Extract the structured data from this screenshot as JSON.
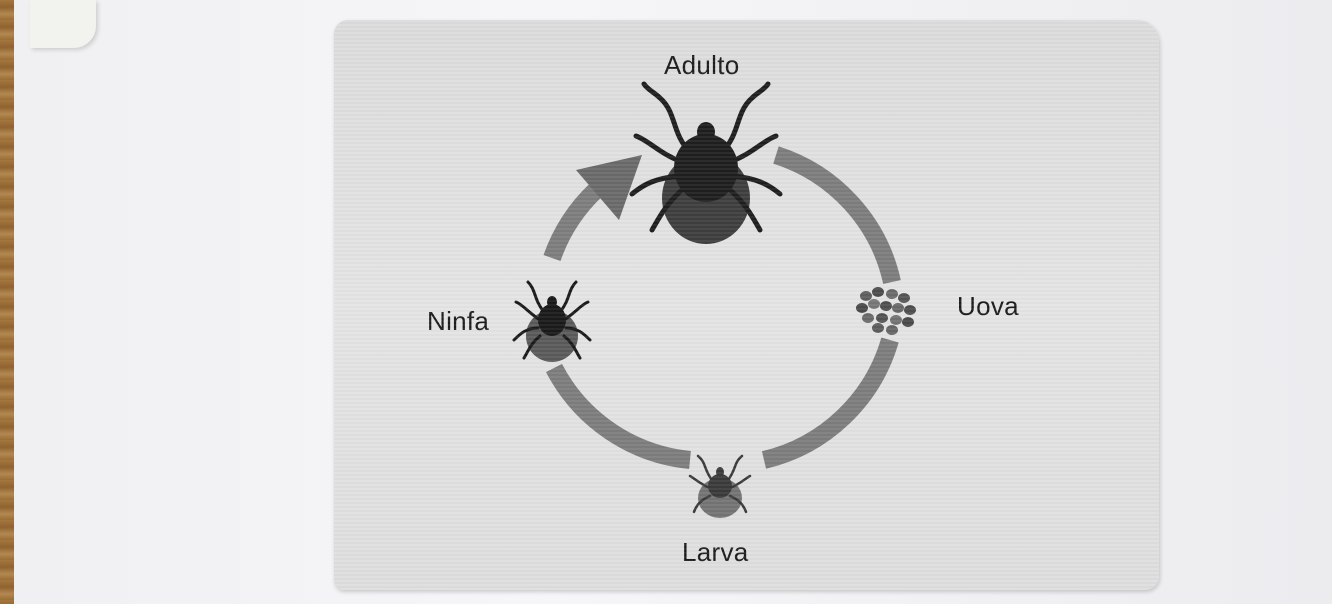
{
  "diagram": {
    "stages": {
      "adult": "Adulto",
      "eggs": "Uova",
      "nymph": "Ninfa",
      "larva": "Larva"
    },
    "icons": {
      "adult": "adult-tick-icon",
      "eggs": "egg-cluster-icon",
      "nymph": "nymph-tick-icon",
      "larva": "larva-tick-icon",
      "arrow": "cycle-arrow-icon"
    },
    "colors": {
      "ring": "#7d7d7d",
      "tick_body": "#2a2a2a",
      "tick_abdomen": "#4a4a4a",
      "card": "#e0e0e0"
    }
  }
}
